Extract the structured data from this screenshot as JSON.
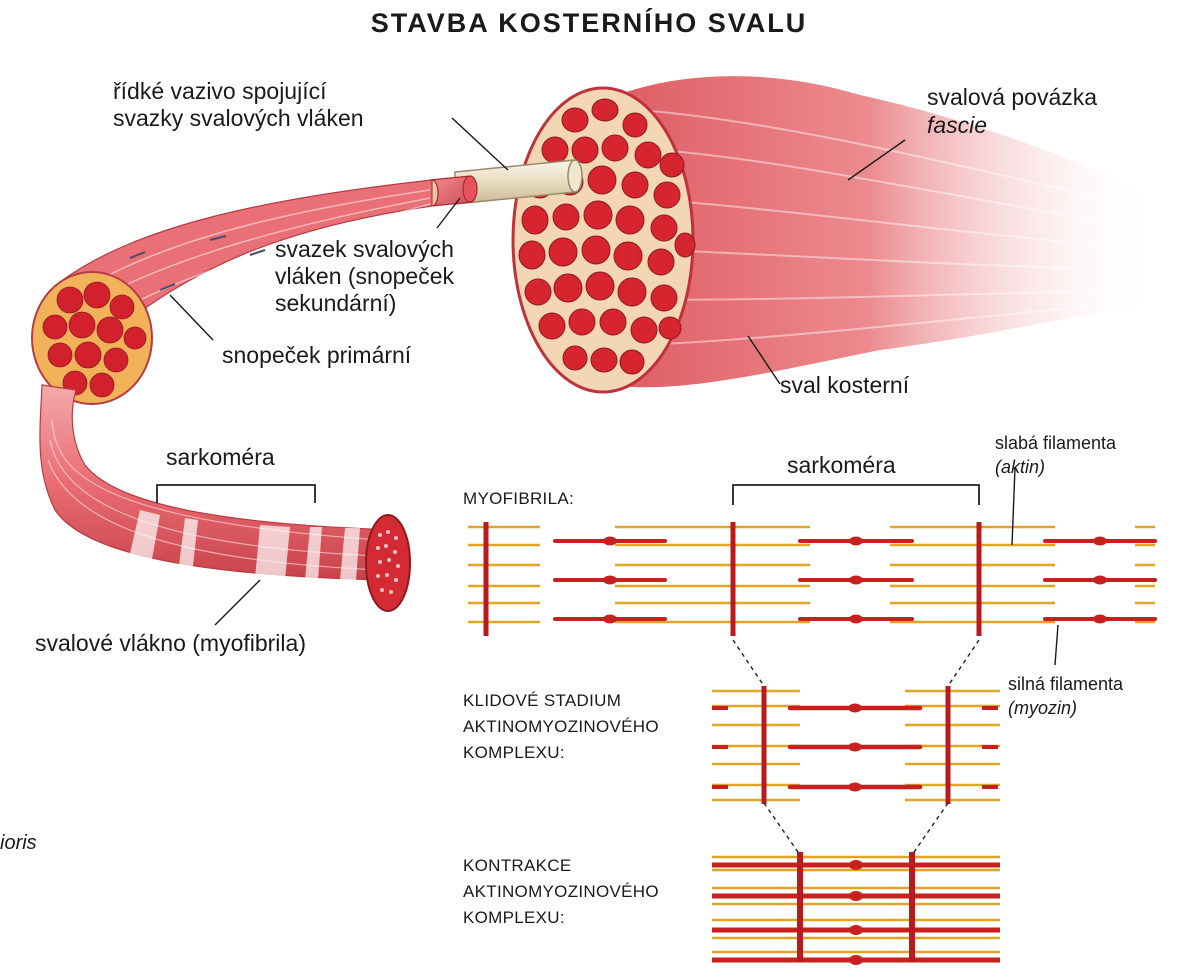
{
  "title": "STAVBA KOSTERNÍHO SVALU",
  "labels": {
    "loose_tissue": "řídké vazivo spojující\nsvazky svalových vláken",
    "fascia_name": "svalová povázka",
    "fascia_term": "fascie",
    "secondary_bundle": "svazek svalových\nvláken (snopeček\nsekundární)",
    "primary_bundle": "snopeček primární",
    "skeletal_muscle": "sval kosterní",
    "sarcomere_fiber": "sarkoméra",
    "muscle_fiber": "svalové vlákno (myofibrila)",
    "sarcomere_myofibril": "sarkoméra",
    "myofibril_heading": "MYOFIBRILA:",
    "thin_filaments": "slabá filamenta",
    "thin_filaments_term": "(aktin)",
    "thick_filaments": "silná filamenta",
    "thick_filaments_term": "(myozin)",
    "rest_heading": "KLIDOVÉ STADIUM\nAKTINOMYOZINOVÉHO\nKOMPLEXU:",
    "contraction_heading": "KONTRAKCE\nAKTINOMYOZINOVÉHO\nKOMPLEXU:",
    "cut_text": "ioris"
  },
  "colors": {
    "muscle_red": "#d9333c",
    "muscle_dark": "#a81e26",
    "muscle_light": "#f2a3a6",
    "actin_yellow": "#e0a526",
    "myosin_red": "#c8201e",
    "z_line": "#b81a1e",
    "tissue_cream": "#f3ecd9"
  }
}
